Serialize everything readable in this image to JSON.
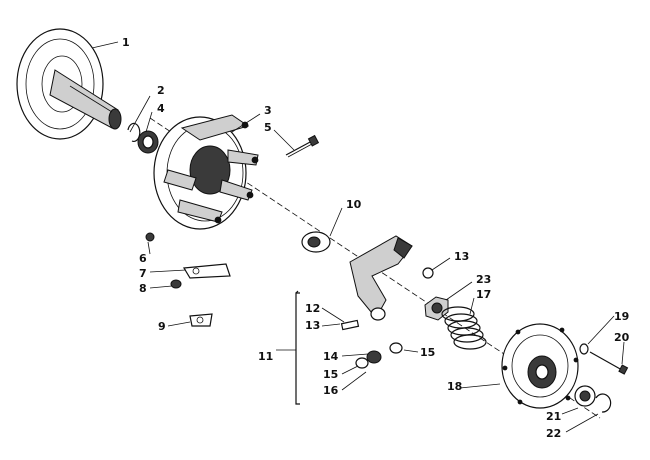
{
  "diagram": {
    "callouts": [
      "1",
      "2",
      "4",
      "3",
      "5",
      "10",
      "6",
      "7",
      "8",
      "9",
      "13",
      "23",
      "17",
      "12",
      "13",
      "11",
      "14",
      "15",
      "15",
      "16",
      "19",
      "20",
      "18",
      "21",
      "22"
    ]
  }
}
